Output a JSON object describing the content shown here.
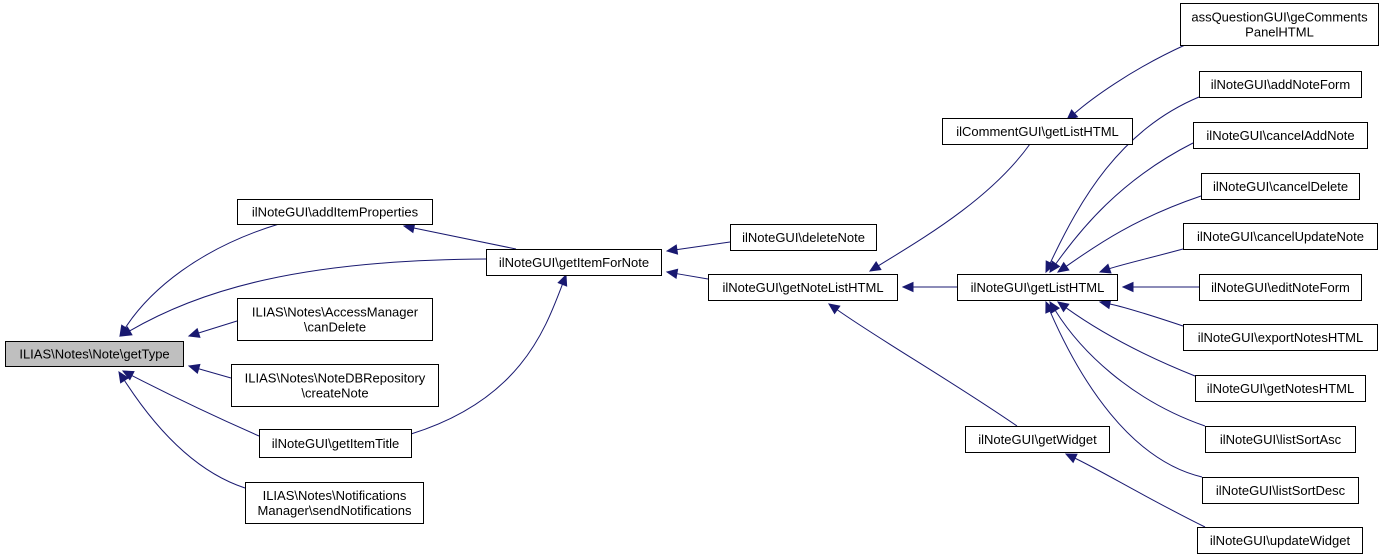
{
  "colors": {
    "edge": "#191970",
    "node_fill": "#ffffff",
    "root_fill": "#bfbfbf",
    "node_stroke": "#000000"
  },
  "nodes": [
    {
      "id": "getType",
      "lines": [
        "ILIAS\\Notes\\Note\\getType"
      ],
      "root": true
    },
    {
      "id": "addItemProperties",
      "lines": [
        "ilNoteGUI\\addItemProperties"
      ]
    },
    {
      "id": "canDelete",
      "lines": [
        "ILIAS\\Notes\\AccessManager",
        "\\canDelete"
      ]
    },
    {
      "id": "createNote",
      "lines": [
        "ILIAS\\Notes\\NoteDBRepository",
        "\\createNote"
      ]
    },
    {
      "id": "getItemTitle",
      "lines": [
        "ilNoteGUI\\getItemTitle"
      ]
    },
    {
      "id": "sendNotifications",
      "lines": [
        "ILIAS\\Notes\\Notifications",
        "Manager\\sendNotifications"
      ]
    },
    {
      "id": "getItemForNote",
      "lines": [
        "ilNoteGUI\\getItemForNote"
      ]
    },
    {
      "id": "deleteNote",
      "lines": [
        "ilNoteGUI\\deleteNote"
      ]
    },
    {
      "id": "getNoteListHTML",
      "lines": [
        "ilNoteGUI\\getNoteListHTML"
      ]
    },
    {
      "id": "commentGetListHTML",
      "lines": [
        "ilCommentGUI\\getListHTML"
      ]
    },
    {
      "id": "getListHTML",
      "lines": [
        "ilNoteGUI\\getListHTML"
      ]
    },
    {
      "id": "getWidget",
      "lines": [
        "ilNoteGUI\\getWidget"
      ]
    },
    {
      "id": "geCommentsPanelHTML",
      "lines": [
        "assQuestionGUI\\geComments",
        "PanelHTML"
      ]
    },
    {
      "id": "addNoteForm",
      "lines": [
        "ilNoteGUI\\addNoteForm"
      ]
    },
    {
      "id": "cancelAddNote",
      "lines": [
        "ilNoteGUI\\cancelAddNote"
      ]
    },
    {
      "id": "cancelDelete",
      "lines": [
        "ilNoteGUI\\cancelDelete"
      ]
    },
    {
      "id": "cancelUpdateNote",
      "lines": [
        "ilNoteGUI\\cancelUpdateNote"
      ]
    },
    {
      "id": "editNoteForm",
      "lines": [
        "ilNoteGUI\\editNoteForm"
      ]
    },
    {
      "id": "exportNotesHTML",
      "lines": [
        "ilNoteGUI\\exportNotesHTML"
      ]
    },
    {
      "id": "getNotesHTML",
      "lines": [
        "ilNoteGUI\\getNotesHTML"
      ]
    },
    {
      "id": "listSortAsc",
      "lines": [
        "ilNoteGUI\\listSortAsc"
      ]
    },
    {
      "id": "listSortDesc",
      "lines": [
        "ilNoteGUI\\listSortDesc"
      ]
    },
    {
      "id": "updateWidget",
      "lines": [
        "ilNoteGUI\\updateWidget"
      ]
    }
  ],
  "edges": [
    {
      "from": "addItemProperties",
      "to": "getType"
    },
    {
      "from": "getItemForNote",
      "to": "getType"
    },
    {
      "from": "canDelete",
      "to": "getType"
    },
    {
      "from": "createNote",
      "to": "getType"
    },
    {
      "from": "getItemTitle",
      "to": "getType"
    },
    {
      "from": "sendNotifications",
      "to": "getType"
    },
    {
      "from": "getItemForNote",
      "to": "addItemProperties"
    },
    {
      "from": "getItemTitle",
      "to": "getItemForNote"
    },
    {
      "from": "deleteNote",
      "to": "getItemForNote"
    },
    {
      "from": "getNoteListHTML",
      "to": "getItemForNote"
    },
    {
      "from": "commentGetListHTML",
      "to": "getNoteListHTML"
    },
    {
      "from": "getListHTML",
      "to": "getNoteListHTML"
    },
    {
      "from": "getWidget",
      "to": "getNoteListHTML"
    },
    {
      "from": "geCommentsPanelHTML",
      "to": "commentGetListHTML"
    },
    {
      "from": "addNoteForm",
      "to": "getListHTML"
    },
    {
      "from": "cancelAddNote",
      "to": "getListHTML"
    },
    {
      "from": "cancelDelete",
      "to": "getListHTML"
    },
    {
      "from": "cancelUpdateNote",
      "to": "getListHTML"
    },
    {
      "from": "editNoteForm",
      "to": "getListHTML"
    },
    {
      "from": "exportNotesHTML",
      "to": "getListHTML"
    },
    {
      "from": "getNotesHTML",
      "to": "getListHTML"
    },
    {
      "from": "listSortAsc",
      "to": "getListHTML"
    },
    {
      "from": "listSortDesc",
      "to": "getListHTML"
    },
    {
      "from": "updateWidget",
      "to": "getWidget"
    }
  ]
}
